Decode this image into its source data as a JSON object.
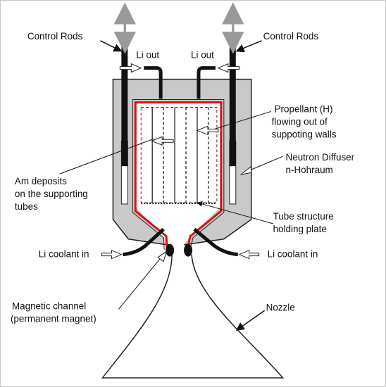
{
  "labels": {
    "control_rods_left": "Control Rods",
    "control_rods_right": "Control Rods",
    "li_out_left": "Li out",
    "li_out_right": "Li out",
    "propellant": [
      "Propellant (H)",
      "flowing out of",
      "suppoting walls"
    ],
    "neutron": [
      "Neutron Diffuser",
      "n-Hohraum"
    ],
    "am_deposits": [
      "Am deposits",
      "on the supporting",
      "tubes"
    ],
    "tube_structure": [
      "Tube structure",
      "holding plate"
    ],
    "li_coolant_left": "Li coolant in",
    "li_coolant_right": "Li coolant in",
    "magnetic": [
      "Magnetic channel",
      "(permanent magnet)"
    ],
    "nozzle": "Nozzle"
  },
  "colors": {
    "housing_fill": "#c9c9c9",
    "outline": "#222222",
    "red_liner": "#e01010",
    "rod_arrow": "#9a9a9a"
  }
}
